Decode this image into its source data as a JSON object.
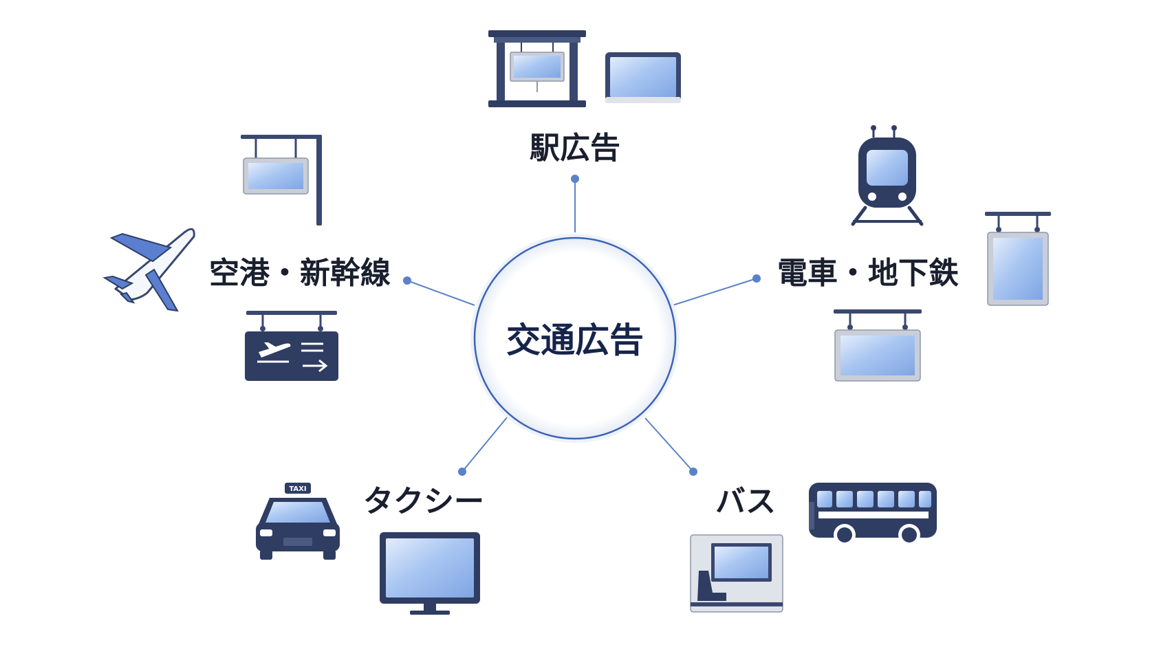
{
  "center": {
    "label": "交通広告"
  },
  "categories": [
    {
      "key": "station",
      "label": "駅広告"
    },
    {
      "key": "train",
      "label": "電車・地下鉄"
    },
    {
      "key": "bus",
      "label": "バス"
    },
    {
      "key": "taxi",
      "label": "タクシー"
    },
    {
      "key": "airport",
      "label": "空港・新幹線"
    }
  ],
  "taxi_sign": "TAXI",
  "colors": {
    "navy": "#2f3d63",
    "screen_blue": "#a9c6f2",
    "connector": "#5b82c8",
    "circle_border": "#3d63b5",
    "frame_gray": "#c9ced8"
  }
}
